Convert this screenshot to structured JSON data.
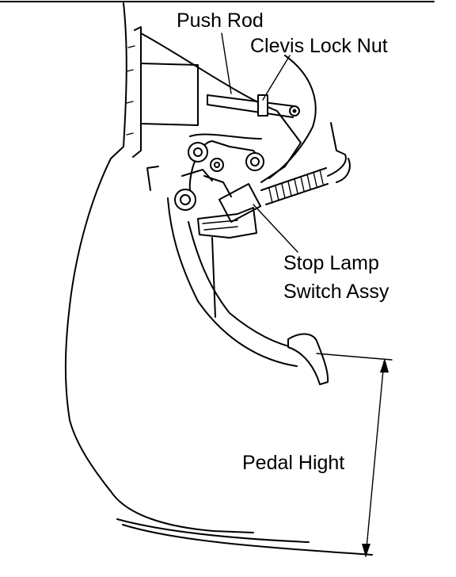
{
  "labels": {
    "push_rod": "Push Rod",
    "clevis_lock_nut": "Clevis Lock Nut",
    "stop_lamp_line1": "Stop Lamp",
    "stop_lamp_line2": "Switch Assy",
    "pedal_height": "Pedal Hight"
  },
  "colors": {
    "ink": "#000000",
    "paper": "#ffffff"
  }
}
